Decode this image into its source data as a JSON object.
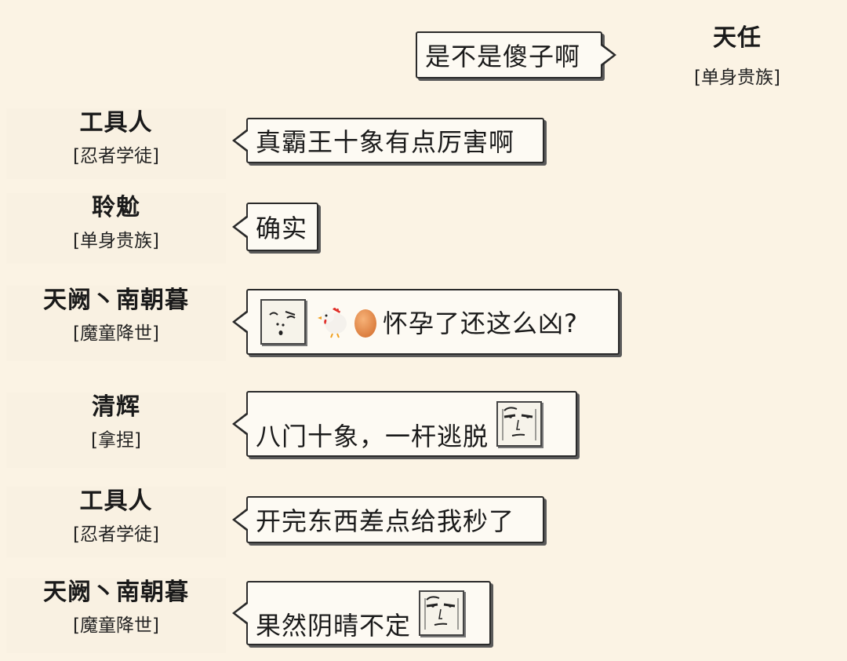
{
  "messages": [
    {
      "sender": "天任",
      "title": "[单身贵族]",
      "text": "是不是傻子啊"
    },
    {
      "sender": "工具人",
      "title": "[忍者学徒]",
      "text": "真霸王十象有点厉害啊"
    },
    {
      "sender": "聆魀",
      "title": "[单身贵族]",
      "text": "确实"
    },
    {
      "sender": "天阙丶南朝暮",
      "title": "[魔童降世]",
      "text": "怀孕了还这么凶?"
    },
    {
      "sender": "清辉",
      "title": "[拿捏]",
      "text": "八门十象，一杆逃脱"
    },
    {
      "sender": "工具人",
      "title": "[忍者学徒]",
      "text": "开完东西差点给我秒了"
    },
    {
      "sender": "天阙丶南朝暮",
      "title": "[魔童降世]",
      "text": "果然阴晴不定"
    }
  ],
  "icons": {
    "sticker_doubt": "doubt-face-sticker",
    "chicken": "chicken-emoji",
    "egg": "egg-emoji",
    "sticker_smirk": "smirk-face-sticker"
  },
  "colors": {
    "background": "#fbf3e4",
    "bubble": "#fdfaf3",
    "border": "#2a2a2a"
  }
}
